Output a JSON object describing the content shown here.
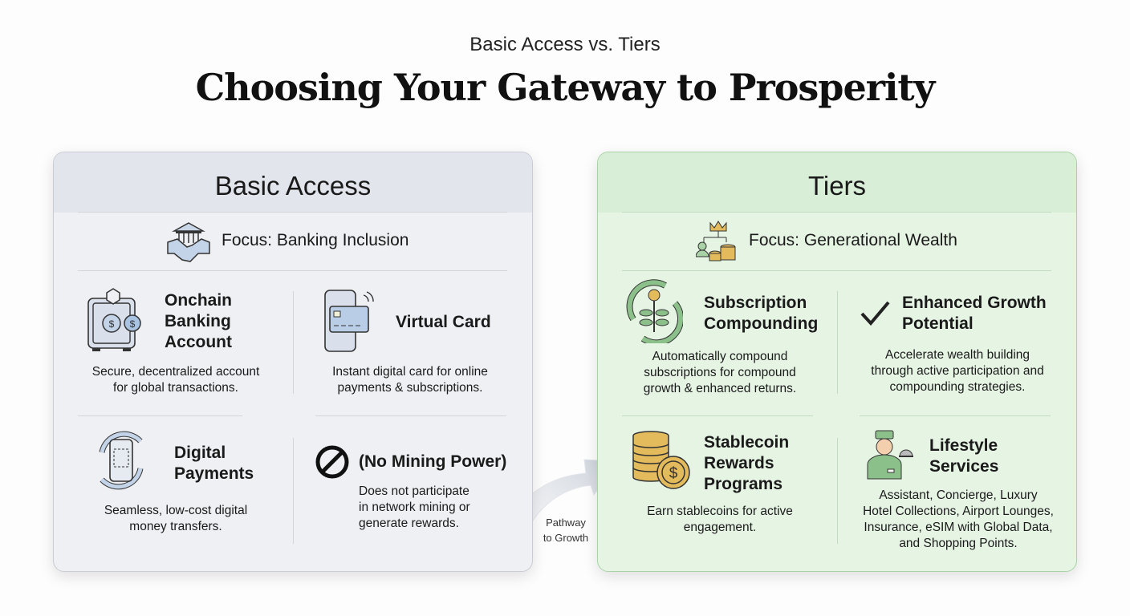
{
  "header": {
    "subtitle": "Basic Access vs. Tiers",
    "title": "Choosing Your Gateway to Prosperity"
  },
  "basic": {
    "heading": "Basic Access",
    "focus": "Focus: Banking Inclusion",
    "cells": [
      {
        "title_lines": [
          "Onchain",
          "Banking",
          "Account"
        ],
        "desc": [
          "Secure, decentralized account",
          "for global transactions."
        ]
      },
      {
        "title_lines": [
          "Virtual Card"
        ],
        "desc": [
          "Instant digital card for online",
          "payments & subscriptions."
        ]
      },
      {
        "title_lines": [
          "Digital",
          "Payments"
        ],
        "desc": [
          "Seamless, low-cost digital",
          "money transfers."
        ]
      },
      {
        "title_lines": [
          "(No Mining Power)"
        ],
        "desc": [
          "Does not participate",
          "in network mining or",
          "generate rewards."
        ]
      }
    ]
  },
  "tiers": {
    "heading": "Tiers",
    "focus": "Focus: Generational Wealth",
    "cells": [
      {
        "title_lines": [
          "Subscription",
          "Compounding"
        ],
        "desc": [
          "Automatically compound",
          "subscriptions for compound",
          "growth & enhanced returns."
        ]
      },
      {
        "title_lines": [
          "Enhanced Growth",
          "Potential"
        ],
        "desc": [
          "Accelerate wealth building",
          "through active participation and",
          "compounding strategies."
        ]
      },
      {
        "title_lines": [
          "Stablecoin",
          "Rewards",
          "Programs"
        ],
        "desc": [
          "Earn stablecoins for active",
          "engagement."
        ]
      },
      {
        "title_lines": [
          "Lifestyle",
          "Services"
        ],
        "desc": [
          "Assistant, Concierge, Luxury",
          "Hotel Collections, Airport Lounges,",
          "Insurance, eSIM with Global Data,",
          "and Shopping Points."
        ]
      }
    ]
  },
  "arrow": {
    "label_lines": [
      "Pathway",
      "to Growth"
    ]
  },
  "colors": {
    "basic_bg": "#eef0f4",
    "tiers_bg": "#e6f4e4",
    "green": "#7fb57f",
    "gold": "#e3bb5c",
    "blue": "#aac4e0"
  }
}
